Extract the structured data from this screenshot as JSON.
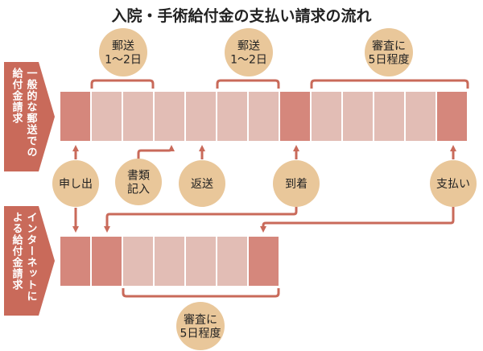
{
  "title": "入院・手術給付金の支払い請求の流れ",
  "colors": {
    "dark_cell": "#d5877c",
    "light_cell": "#e2bdb5",
    "accent": "#c96a5a",
    "bubble": "#e9c79a",
    "text": "#222222"
  },
  "rows": [
    {
      "label_lines": [
        "一般的な郵送での",
        "給付金請求"
      ],
      "cells": [
        "dark",
        "light",
        "light",
        "light",
        "light",
        "light",
        "light",
        "dark",
        "light",
        "light",
        "light",
        "light",
        "dark"
      ]
    },
    {
      "label_lines": [
        "インターネットに",
        "よる給付金請求"
      ],
      "cells": [
        "dark",
        "dark",
        "light",
        "light",
        "light",
        "light",
        "dark"
      ]
    }
  ],
  "top_bubbles": [
    {
      "lines": [
        "郵送",
        "1～2日"
      ]
    },
    {
      "lines": [
        "郵送",
        "1～2日"
      ]
    },
    {
      "lines": [
        "審査に",
        "5日程度"
      ]
    }
  ],
  "steps": [
    {
      "lines": [
        "申し出"
      ]
    },
    {
      "lines": [
        "書類",
        "記入"
      ]
    },
    {
      "lines": [
        "返送"
      ]
    },
    {
      "lines": [
        "到着"
      ]
    },
    {
      "lines": [
        "支払い"
      ]
    }
  ],
  "bottom_bubble": {
    "lines": [
      "審査に",
      "5日程度"
    ]
  }
}
